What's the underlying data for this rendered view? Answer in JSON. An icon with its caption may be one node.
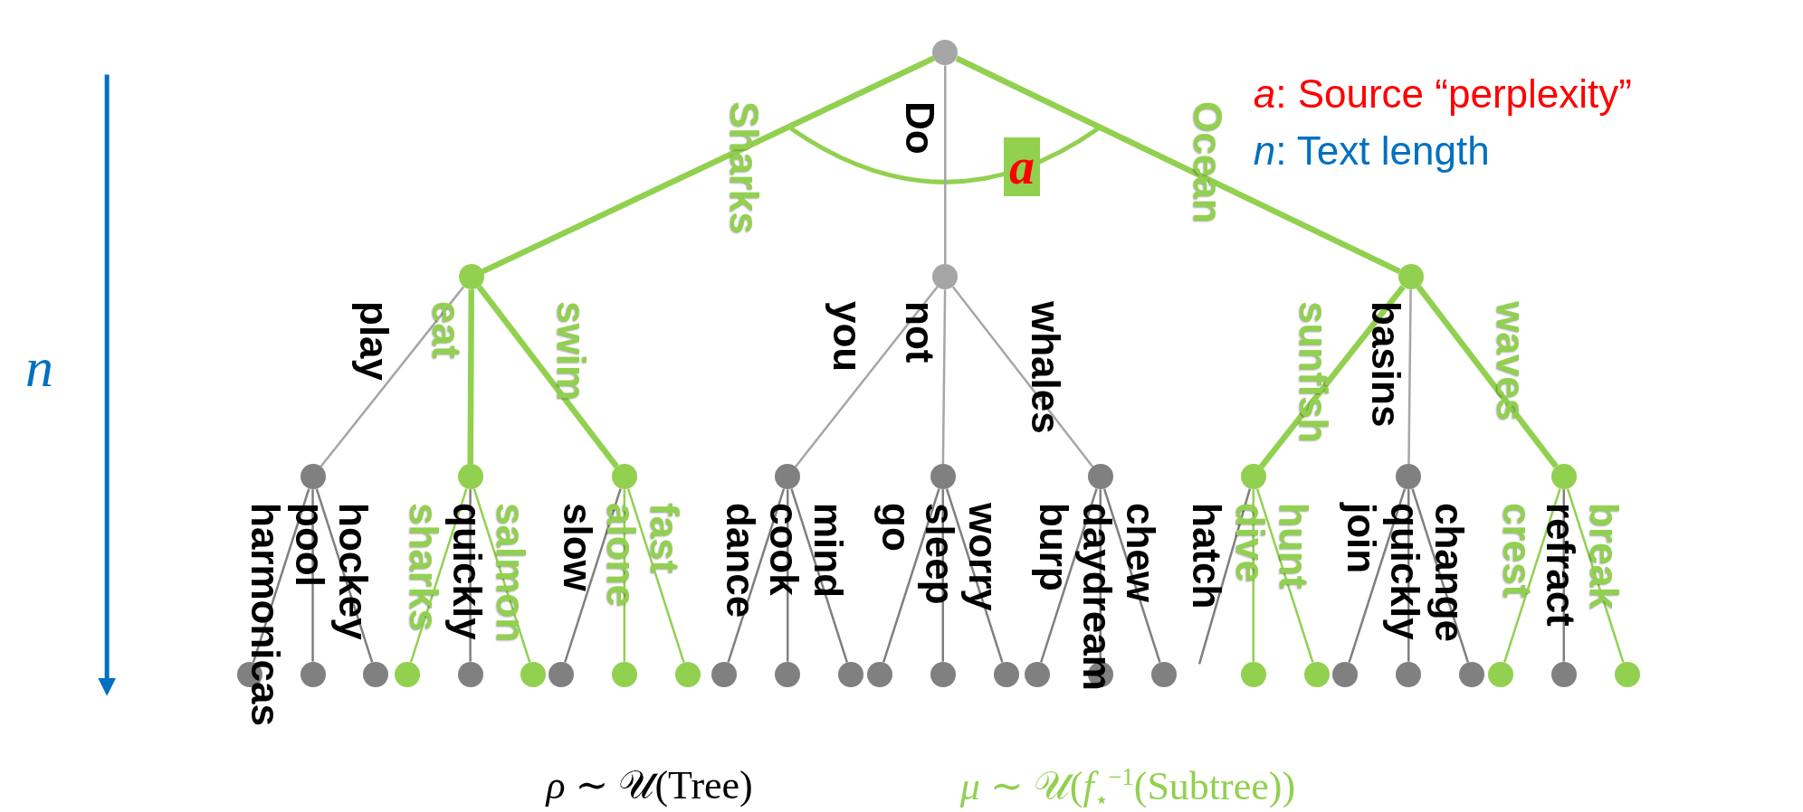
{
  "diagram": {
    "nodes": [
      {
        "text": [],
        "shape": "circle"
      },
      {
        "text": [],
        "shape": "circle"
      },
      {
        "text": [],
        "shape": "circle"
      },
      {
        "text": [],
        "shape": "circle"
      },
      {
        "text": [],
        "shape": "circle"
      },
      {
        "text": [],
        "shape": "circle"
      },
      {
        "text": [],
        "shape": "circle"
      },
      {
        "text": [],
        "shape": "circle"
      },
      {
        "text": [],
        "shape": "circle"
      },
      {
        "text": [],
        "shape": "circle"
      },
      {
        "text": [],
        "shape": "circle"
      },
      {
        "text": [],
        "shape": "circle"
      },
      {
        "text": [],
        "shape": "circle"
      },
      {
        "text": [],
        "shape": "circle"
      },
      {
        "text": [],
        "shape": "circle"
      },
      {
        "text": [],
        "shape": "circle"
      },
      {
        "text": [],
        "shape": "circle"
      },
      {
        "text": [],
        "shape": "circle"
      },
      {
        "text": [],
        "shape": "circle"
      },
      {
        "text": [],
        "shape": "circle"
      },
      {
        "text": [],
        "shape": "circle"
      },
      {
        "text": [],
        "shape": "circle"
      },
      {
        "text": [],
        "shape": "circle"
      },
      {
        "text": [],
        "shape": "circle"
      },
      {
        "text": [],
        "shape": "circle"
      },
      {
        "text": [],
        "shape": "circle"
      },
      {
        "text": [],
        "shape": "circle"
      },
      {
        "text": [],
        "shape": "circle"
      },
      {
        "text": [],
        "shape": "circle"
      },
      {
        "text": [],
        "shape": "circle"
      },
      {
        "text": [],
        "shape": "circle"
      },
      {
        "text": [],
        "shape": "circle"
      },
      {
        "text": [],
        "shape": "circle"
      },
      {
        "text": [],
        "shape": "circle"
      },
      {
        "text": [],
        "shape": "circle"
      },
      {
        "text": [],
        "shape": "circle"
      },
      {
        "text": [],
        "shape": "circle"
      },
      {
        "text": [],
        "shape": "circle"
      },
      {
        "text": [],
        "shape": "circle"
      }
    ],
    "edges": [
      {
        "from": 0,
        "to": 1,
        "arrow": "none",
        "label": "Sharks",
        "color": "#92d050",
        "style": "thick"
      },
      {
        "from": 0,
        "to": 2,
        "arrow": "none",
        "label": "Do"
      },
      {
        "from": 0,
        "to": 3,
        "arrow": "none",
        "label": "Ocean",
        "color": "#92d050",
        "style": "thick"
      },
      {
        "from": 1,
        "to": 4,
        "arrow": "none",
        "label": "play"
      },
      {
        "from": 1,
        "to": 5,
        "arrow": "none",
        "label": "eat",
        "color": "#92d050",
        "style": "thick"
      },
      {
        "from": 1,
        "to": 6,
        "arrow": "none",
        "label": "swim",
        "color": "#92d050",
        "style": "thick"
      },
      {
        "from": 2,
        "to": 7,
        "arrow": "none",
        "label": "you"
      },
      {
        "from": 2,
        "to": 8,
        "arrow": "none",
        "label": "not"
      },
      {
        "from": 2,
        "to": 9,
        "arrow": "none",
        "label": "whales"
      },
      {
        "from": 3,
        "to": 10,
        "arrow": "none",
        "label": "sunfish",
        "color": "#92d050",
        "style": "thick"
      },
      {
        "from": 3,
        "to": 11,
        "arrow": "none",
        "label": "basins"
      },
      {
        "from": 3,
        "to": 12,
        "arrow": "none",
        "label": "waves",
        "color": "#92d050",
        "style": "thick"
      },
      {
        "from": 4,
        "to": 13,
        "arrow": "none",
        "label": "harmonicas"
      },
      {
        "from": 4,
        "to": 14,
        "arrow": "none",
        "label": "pool"
      },
      {
        "from": 4,
        "to": 15,
        "arrow": "none",
        "label": "hockey"
      },
      {
        "from": 5,
        "to": 16,
        "arrow": "none",
        "label": "sharks",
        "color": "#92d050"
      },
      {
        "from": 5,
        "to": 17,
        "arrow": "none",
        "label": "quickly"
      },
      {
        "from": 5,
        "to": 18,
        "arrow": "none",
        "label": "salmon",
        "color": "#92d050"
      },
      {
        "from": 6,
        "to": 19,
        "arrow": "none",
        "label": "slow"
      },
      {
        "from": 6,
        "to": 20,
        "arrow": "none",
        "label": "alone",
        "color": "#92d050"
      },
      {
        "from": 6,
        "to": 21,
        "arrow": "none",
        "label": "fast",
        "color": "#92d050"
      },
      {
        "from": 7,
        "to": 22,
        "arrow": "none",
        "label": "dance"
      },
      {
        "from": 7,
        "to": 23,
        "arrow": "none",
        "label": "cook"
      },
      {
        "from": 7,
        "to": 24,
        "arrow": "none",
        "label": "mind"
      },
      {
        "from": 8,
        "to": 25,
        "arrow": "none",
        "label": "go"
      },
      {
        "from": 8,
        "to": 26,
        "arrow": "none",
        "label": "sleep"
      },
      {
        "from": 8,
        "to": 27,
        "arrow": "none",
        "label": "worry"
      },
      {
        "from": 9,
        "to": 28,
        "arrow": "none",
        "label": "burp"
      },
      {
        "from": 9,
        "to": 29,
        "arrow": "none",
        "label": "daydream"
      },
      {
        "from": 9,
        "to": 30,
        "arrow": "none",
        "label": "chew"
      },
      {
        "from": 10,
        "to": null,
        "arrow": "none",
        "label": "hatch"
      },
      {
        "from": 10,
        "to": 31,
        "arrow": "none",
        "label": "dive",
        "color": "#92d050"
      },
      {
        "from": 10,
        "to": 32,
        "arrow": "none",
        "label": "hunt",
        "color": "#92d050"
      },
      {
        "from": 11,
        "to": 33,
        "arrow": "none",
        "label": "join"
      },
      {
        "from": 11,
        "to": 34,
        "arrow": "none",
        "label": "quickly"
      },
      {
        "from": 11,
        "to": 35,
        "arrow": "none",
        "label": "change"
      },
      {
        "from": 12,
        "to": 36,
        "arrow": "none",
        "label": "crest",
        "color": "#92d050"
      },
      {
        "from": 12,
        "to": 37,
        "arrow": "none",
        "label": "refract"
      },
      {
        "from": 12,
        "to": 38,
        "arrow": "none",
        "label": "break",
        "color": "#92d050"
      }
    ],
    "labels": [
      "*a*: Source “perplexity”",
      "*n*: Text length",
      "a",
      "n",
      "*ρ* ∼ 𝒰(Tree)",
      "*μ* ∼ 𝒰(*f*$_{⋆}$$^{−1}$(Subtree))"
    ]
  }
}
